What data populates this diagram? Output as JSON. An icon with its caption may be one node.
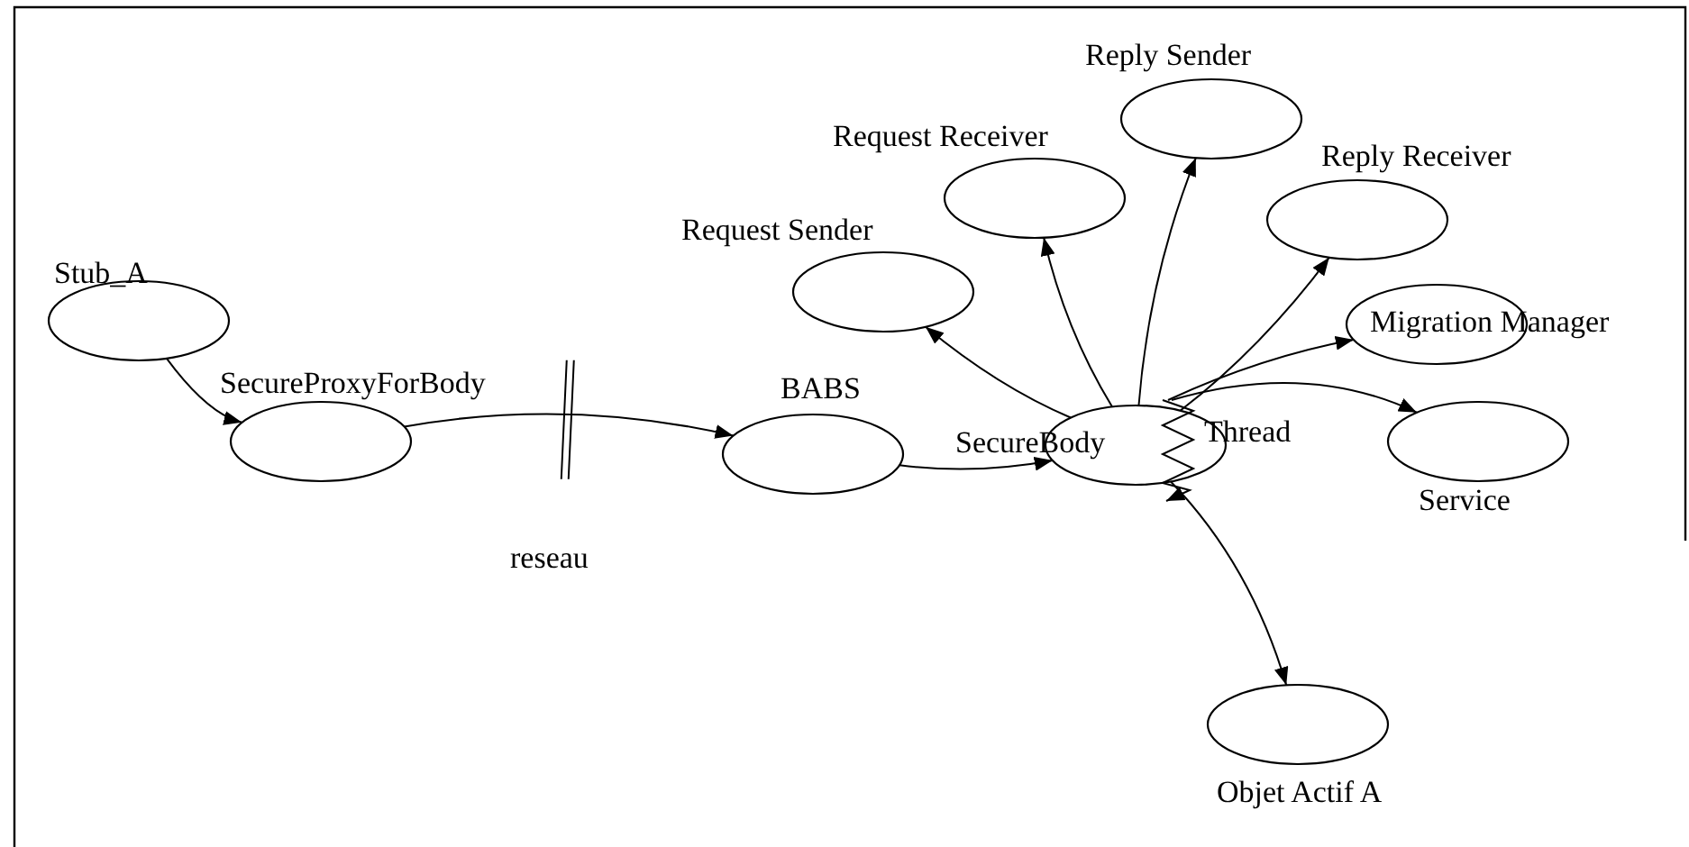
{
  "diagram": {
    "nodes": [
      {
        "text": [
          "Stub_A"
        ]
      },
      {
        "text": [
          "SecureProxyForBody"
        ]
      },
      {
        "text": [
          "BABS"
        ]
      },
      {
        "text": [
          "SecureBody"
        ]
      },
      {
        "text": [
          "Request Sender"
        ]
      },
      {
        "text": [
          "Request Receiver"
        ]
      },
      {
        "text": [
          "Reply Sender"
        ]
      },
      {
        "text": [
          "Reply Receiver"
        ]
      },
      {
        "text": [
          "Migration Manager"
        ]
      },
      {
        "text": [
          "Service"
        ]
      },
      {
        "text": [
          "Objet Actif A"
        ]
      }
    ],
    "edges": [
      {
        "from": 0,
        "to": 1,
        "arrow": "to"
      },
      {
        "from": 1,
        "to": 2,
        "arrow": "to",
        "label": "reseau"
      },
      {
        "from": 2,
        "to": 3,
        "arrow": "to"
      },
      {
        "from": 3,
        "to": 4,
        "arrow": "to"
      },
      {
        "from": 3,
        "to": 5,
        "arrow": "to"
      },
      {
        "from": 3,
        "to": 6,
        "arrow": "to"
      },
      {
        "from": 3,
        "to": 7,
        "arrow": "to"
      },
      {
        "from": 3,
        "to": 8,
        "arrow": "to"
      },
      {
        "from": 3,
        "to": 9,
        "arrow": "to"
      },
      {
        "from": 3,
        "to": 10,
        "arrow": "to"
      },
      {
        "from": 3,
        "to": 3,
        "arrow": "to",
        "label": "Thread"
      }
    ]
  }
}
